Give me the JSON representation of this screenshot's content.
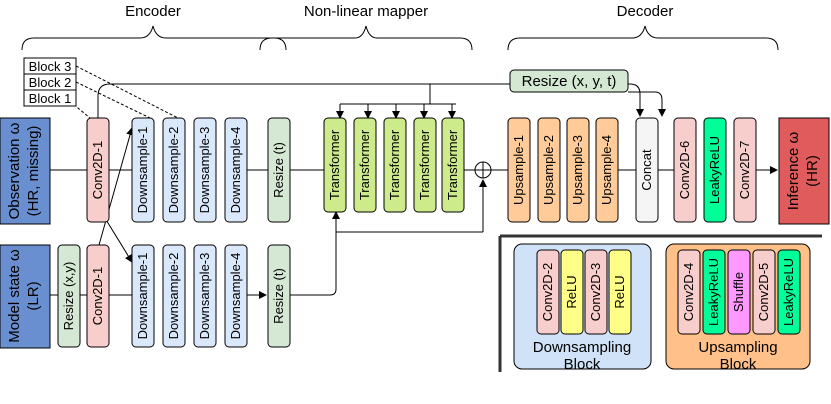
{
  "sections": {
    "encoder": "Encoder",
    "mapper": "Non-linear mapper",
    "decoder": "Decoder"
  },
  "block_labels": [
    "Block 3",
    "Block 2",
    "Block 1"
  ],
  "inputs": {
    "observation": [
      "Observation ω",
      "(HR, missing)"
    ],
    "model_state": [
      "Model state ω",
      "(LR)"
    ]
  },
  "output": [
    "Inference ω",
    "(HR)"
  ],
  "encoder_top": {
    "conv": "Conv2D-1",
    "downsample": [
      "Downsample-1",
      "Downsample-2",
      "Downsample-3",
      "Downsample-4"
    ],
    "resize_t": "Resize (t)"
  },
  "encoder_bottom": {
    "resize_xy": "Resize (x,y)",
    "conv": "Conv2D-1",
    "downsample": [
      "Downsample-1",
      "Downsample-2",
      "Downsample-3",
      "Downsample-4"
    ],
    "resize_t": "Resize (t)"
  },
  "mapper": {
    "transformers": [
      "Transformer",
      "Transformer",
      "Transformer",
      "Transformer",
      "Transformer"
    ]
  },
  "decoder": {
    "resize_xyt": "Resize (x, y, t)",
    "upsample": [
      "Upsample-1",
      "Upsample-2",
      "Upsample-3",
      "Upsample-4"
    ],
    "concat": "Concat",
    "conv6": "Conv2D-6",
    "leaky": "LeakyReLU",
    "conv7": "Conv2D-7"
  },
  "downsampling_block": {
    "items": [
      "Conv2D-2",
      "ReLU",
      "Conv2D-3",
      "ReLU"
    ],
    "caption": [
      "Downsampling",
      "Block"
    ]
  },
  "upsampling_block": {
    "items": [
      "Conv2D-4",
      "LeakyReLU",
      "Shuffle",
      "Conv2D-5",
      "LeakyReLU"
    ],
    "caption": [
      "Upsampling",
      "Block"
    ]
  },
  "colors": {
    "conv": "#f8cecc",
    "downsample": "#dae8fc",
    "resize": "#d5e8d4",
    "transformer": "#cdeb8b",
    "upsample": "#ffcc99",
    "concat": "#f5f5f5",
    "leaky": "#00ff99",
    "relu": "#ffff88",
    "shuffle": "#ff99ff",
    "input": "#6a8fd0",
    "output": "#e05c5c",
    "down_block_bg": "#cfe2f7",
    "up_block_bg": "#ffc08a"
  }
}
